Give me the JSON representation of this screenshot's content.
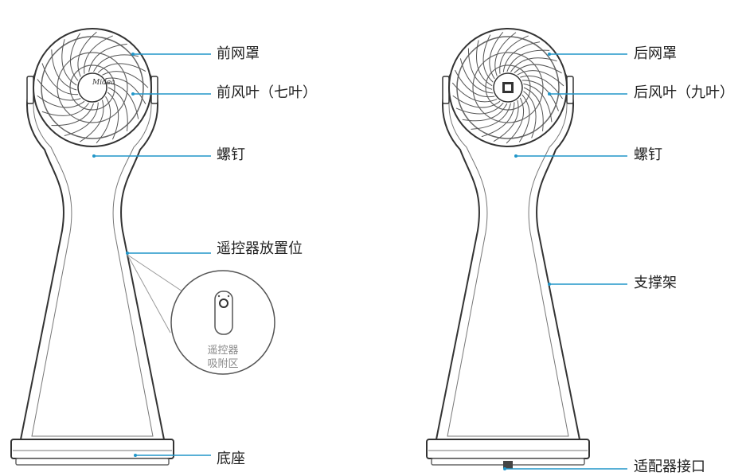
{
  "front_view": {
    "brand_logo": "Midea",
    "callouts": {
      "front_guard": "前网罩",
      "front_blade": "前风叶（七叶）",
      "screw": "螺钉",
      "remote_holder": "遥控器放置位",
      "base": "底座"
    },
    "inset": {
      "line1": "遥控器",
      "line2": "吸附区"
    }
  },
  "rear_view": {
    "callouts": {
      "rear_guard": "后网罩",
      "rear_blade": "后风叶（九叶）",
      "screw": "螺钉",
      "support": "支撑架",
      "adapter_port": "适配器接口"
    }
  },
  "colors": {
    "callout_line": "#2196c9",
    "outline": "#333333",
    "blade": "#555555"
  }
}
